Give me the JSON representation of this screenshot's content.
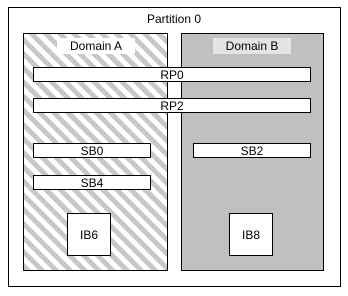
{
  "partition": {
    "title": "Partition 0"
  },
  "domains": [
    {
      "label": "Domain A"
    },
    {
      "label": "Domain B"
    }
  ],
  "repeaters": [
    "RP0",
    "RP2"
  ],
  "system_boards": {
    "domain_a": [
      "SB0",
      "SB4"
    ],
    "domain_b": [
      "SB2"
    ]
  },
  "io_boards": {
    "domain_a": "IB6",
    "domain_b": "IB8"
  },
  "colors": {
    "domain_a_hatch": "#c8c8c8",
    "domain_b_fill": "#c0c0c0",
    "border": "#000000"
  }
}
